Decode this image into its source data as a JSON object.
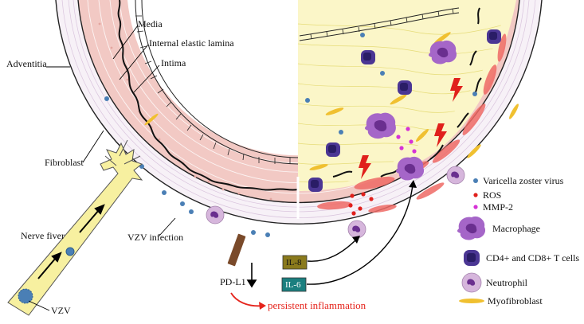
{
  "labels": {
    "media": "Media",
    "internal_elastic_lamina": "Internal elastic lamina",
    "intima": "Intima",
    "adventitia": "Adventitia",
    "fibroblast": "Fibroblast",
    "nerve_fiver": "Nerve fiver",
    "vzv": "VZV",
    "vzv_infection": "VZV infection",
    "pd_l1": "PD-L1",
    "il8": "IL-8",
    "il6": "IL-6",
    "persistent_inflammation": "persistent inflammation"
  },
  "legend": {
    "items": [
      {
        "icon": "virus-dot-icon",
        "label": "Varicella zoster virus"
      },
      {
        "icon": "ros-dot-icon",
        "label": "ROS"
      },
      {
        "icon": "mmp2-dot-icon",
        "label": "MMP-2"
      },
      {
        "icon": "macrophage-icon",
        "label": "Macrophage"
      },
      {
        "icon": "t-cell-icon",
        "label": "CD4+ and CD8+ T cells"
      },
      {
        "icon": "neutrophil-icon",
        "label": "Neutrophil"
      },
      {
        "icon": "myofibroblast-icon",
        "label": "Myofibroblast"
      }
    ]
  },
  "colors": {
    "media": "#f2c9c4",
    "intima_yellow": "#fbf6c8",
    "adventitia": "#f7f1f7",
    "virus": "#4a7fb5",
    "ros": "#e0201c",
    "mmp2": "#d632d6",
    "macrophage": "#a566c8",
    "t_cell": "#4b3694",
    "neutrophil": "#d6b6dc",
    "myofibroblast": "#f0c030",
    "nerve": "#f7f0a0",
    "il8_box": "#8a7a1c",
    "il6_box": "#1b7f7f",
    "pd_l1": "#7a4a2a",
    "inflammation": "#e5241c"
  }
}
